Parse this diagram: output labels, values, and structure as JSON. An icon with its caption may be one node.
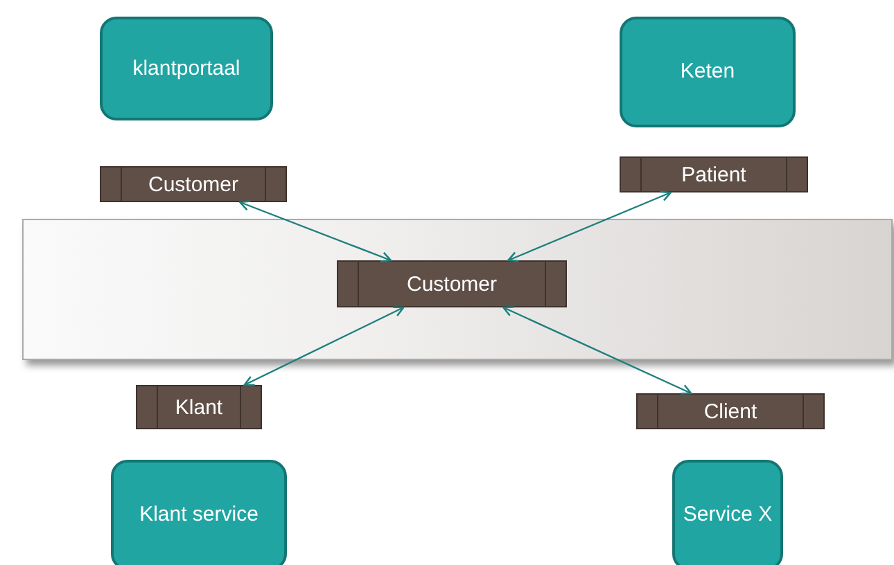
{
  "diagram": {
    "nodes": [
      {
        "text": [
          "klantportaal"
        ]
      },
      {
        "text": [
          "Keten"
        ]
      },
      {
        "text": [
          "Customer"
        ]
      },
      {
        "text": [
          "Patient"
        ]
      },
      {
        "text": [],
        "shape": "box"
      },
      {
        "text": [
          "Customer"
        ],
        "in": 4
      },
      {
        "text": [
          "Klant"
        ]
      },
      {
        "text": [
          "Client"
        ]
      },
      {
        "text": [
          "Klant service"
        ]
      },
      {
        "text": [
          "Service X"
        ]
      }
    ],
    "edges": [
      {
        "from": 2,
        "to": 5,
        "arrow": "both"
      },
      {
        "from": 3,
        "to": 5,
        "arrow": "both"
      },
      {
        "from": 6,
        "to": 5,
        "arrow": "both"
      },
      {
        "from": 7,
        "to": 5,
        "arrow": "both"
      }
    ]
  }
}
